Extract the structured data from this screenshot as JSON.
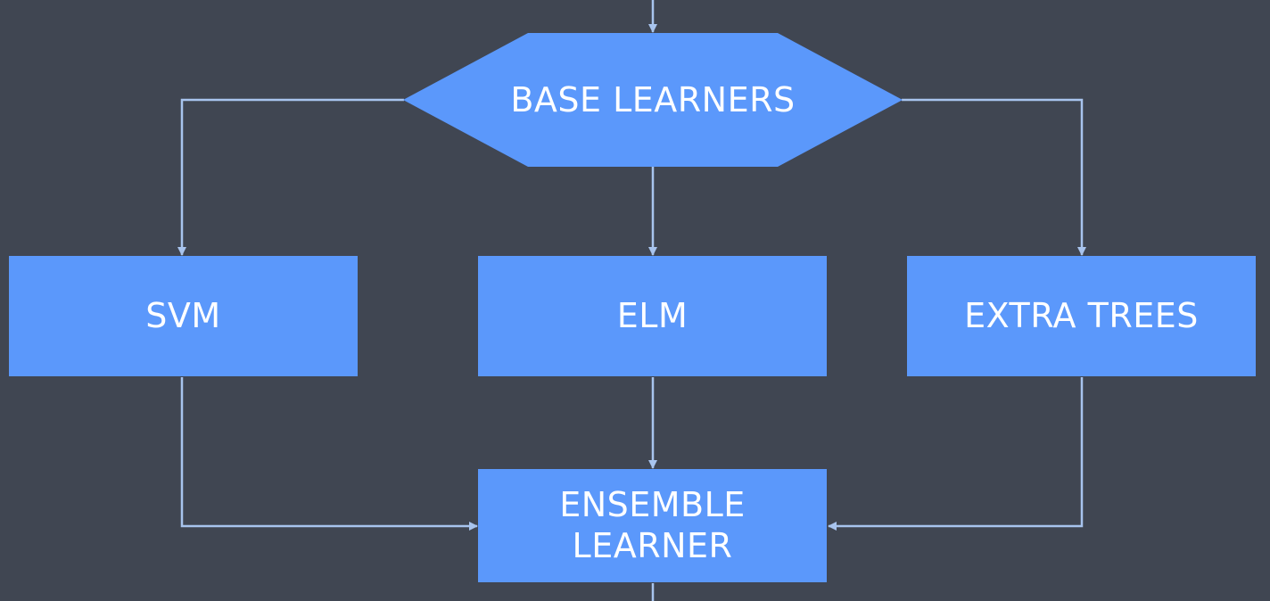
{
  "diagram": {
    "background": "#404652",
    "node_color": "#5b98fb",
    "edge_color": "#a8c4ee",
    "text_color": "#ffffff",
    "nodes": {
      "base_learners": "BASE LEARNERS",
      "svm": "SVM",
      "elm": "ELM",
      "extra_trees": "EXTRA TREES",
      "ensemble_line1": "ENSEMBLE",
      "ensemble_line2": "LEARNER"
    },
    "edges": [
      {
        "from": "base_learners",
        "to": "svm"
      },
      {
        "from": "base_learners",
        "to": "elm"
      },
      {
        "from": "base_learners",
        "to": "extra_trees"
      },
      {
        "from": "svm",
        "to": "ensemble_learner"
      },
      {
        "from": "elm",
        "to": "ensemble_learner"
      },
      {
        "from": "extra_trees",
        "to": "ensemble_learner"
      }
    ]
  }
}
